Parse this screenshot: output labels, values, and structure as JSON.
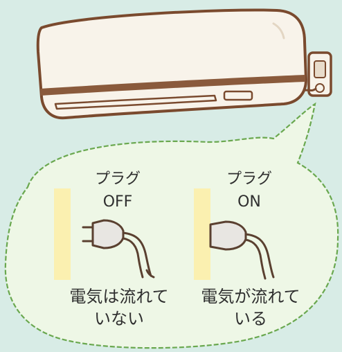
{
  "off_panel": {
    "title": "プラグ",
    "state": "OFF",
    "caption_line1": "電気は流れて",
    "caption_line2": "いない"
  },
  "on_panel": {
    "title": "プラグ",
    "state": "ON",
    "caption_line1": "電気が流れて",
    "caption_line2": "いる"
  },
  "colors": {
    "background": "#d8ece6",
    "bubble_fill": "#eef7e6",
    "bubble_stroke": "#6aa84f",
    "ac_body": "#f8f3ea",
    "ac_outline": "#7a4a2e",
    "ac_stripe": "#8a5a3c",
    "wall_strip": "#fbf0b0",
    "wire": "#5a4030",
    "plug_body": "#e8e6e2"
  },
  "icons": [
    "air-conditioner-icon",
    "wall-outlet-icon",
    "plug-icon",
    "power-cord-icon"
  ]
}
